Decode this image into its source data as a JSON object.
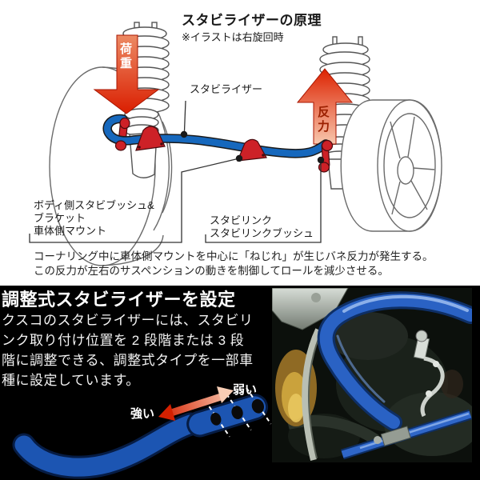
{
  "top": {
    "title": "スタビライザーの原理",
    "note": "※イラストは右旋回時",
    "labels": {
      "load": "荷重",
      "reaction": "反力",
      "stabilizer": "スタビライザー",
      "body_mount_line1": "ボディ側スタビブッシュ&",
      "body_mount_line2": "ブラケット",
      "body_mount_line3": "車体側マウント",
      "link_line1": "スタビリンク",
      "link_line2": "スタビリンクブッシュ"
    },
    "description_line1": "コーナリング中に車体側マウントを中心に「ねじれ」が生じバネ反力が発生する。",
    "description_line2": "この反力が左右のサスペンションの動きを制御してロールを減少させる。"
  },
  "bottom": {
    "heading": "調整式スタビライザーを設定",
    "body_line1": "クスコのスタビライザーには、スタビリ",
    "body_line2": "ンク取り付け位置を 2 段階または 3 段",
    "body_line3": "階に調整できる、調整式タイプを一部車",
    "body_line4": "種に設定しています。",
    "strong_label": "強い",
    "weak_label": "弱い"
  },
  "colors": {
    "stabilizer_blue": "#1668bd",
    "bracket_red": "#cd2127",
    "arrow_red": "#da1e00",
    "arrow_pale": "#f8c8ae",
    "panel_bottom_bg": "#000000",
    "panel_top_bg": "#ffffff"
  }
}
